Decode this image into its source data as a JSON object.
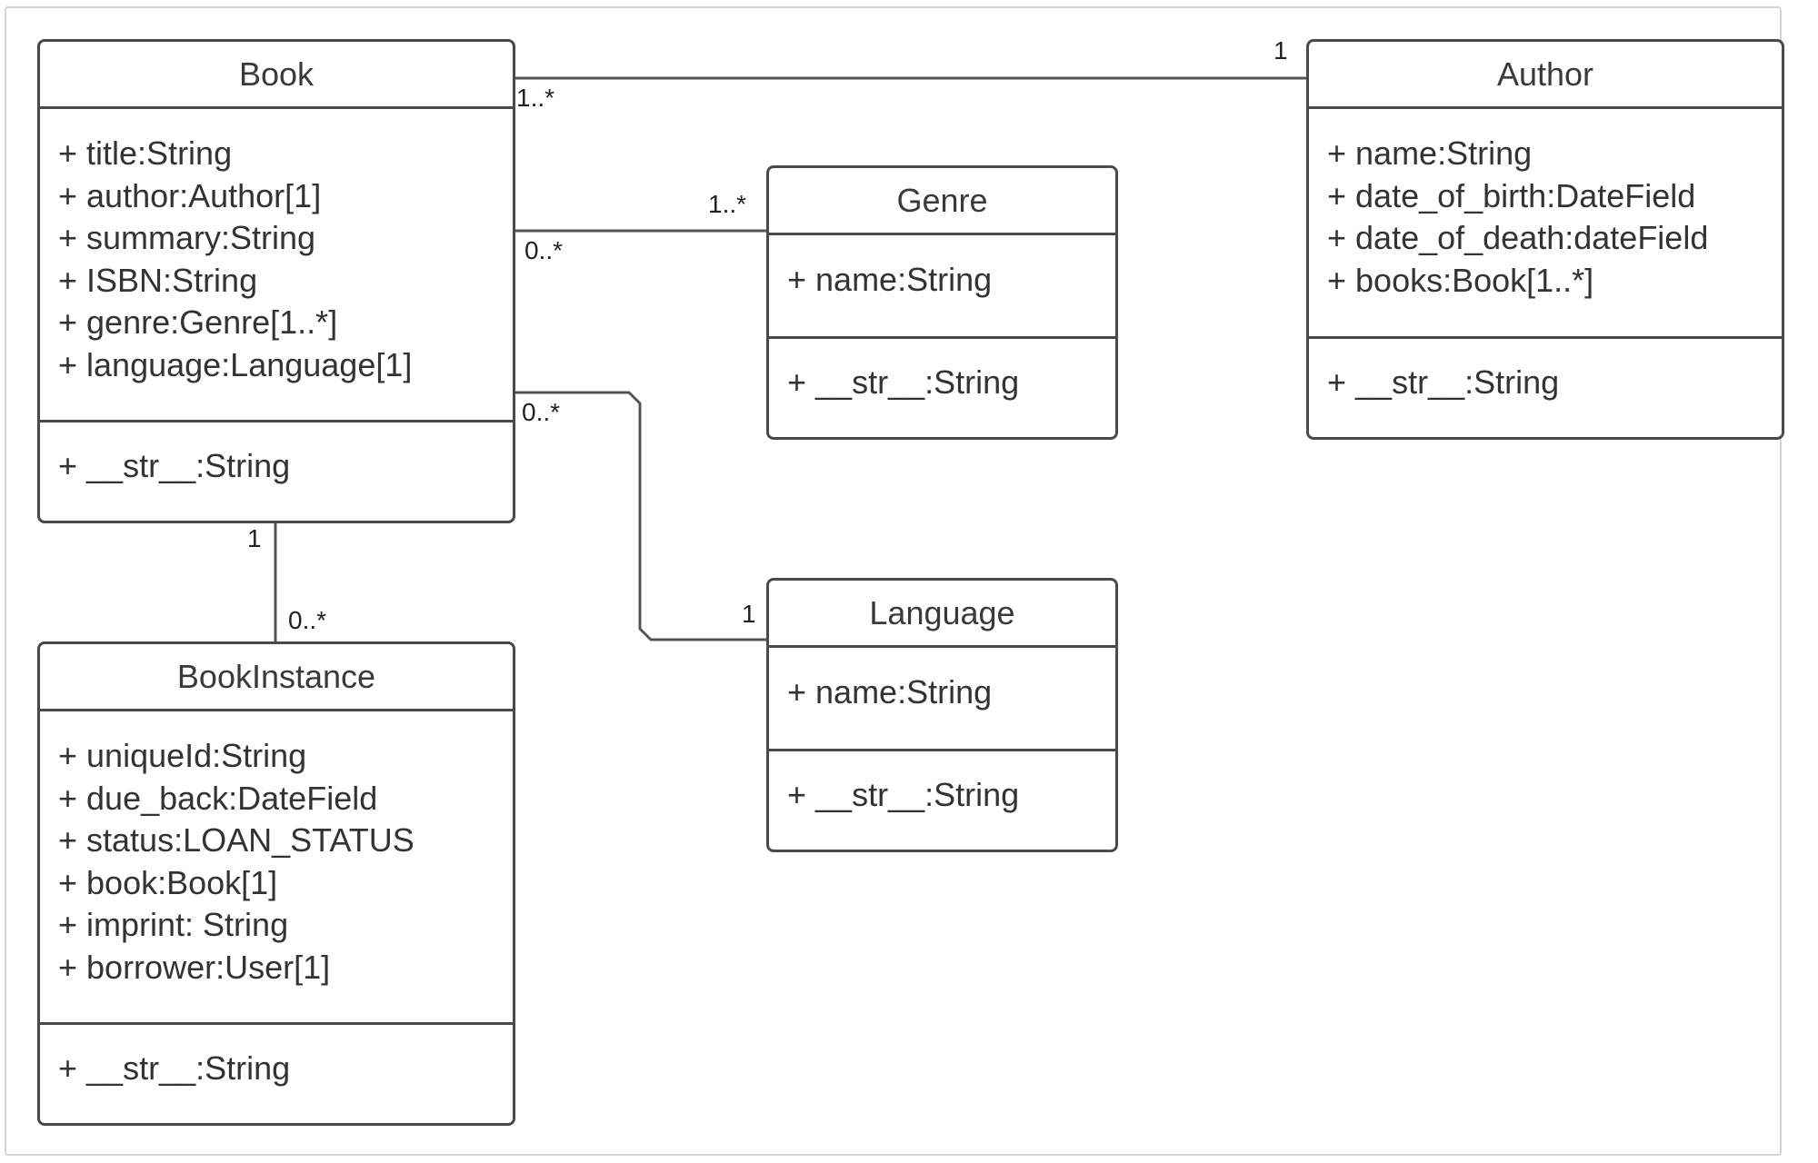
{
  "classes": {
    "book": {
      "name": "Book",
      "attributes": [
        "+ title:String",
        "+ author:Author[1]",
        "+ summary:String",
        "+ ISBN:String",
        "+ genre:Genre[1..*]",
        "+ language:Language[1]"
      ],
      "operations": [
        "+ __str__:String"
      ]
    },
    "author": {
      "name": "Author",
      "attributes": [
        "+ name:String",
        "+ date_of_birth:DateField",
        "+ date_of_death:dateField",
        "+ books:Book[1..*]"
      ],
      "operations": [
        "+ __str__:String"
      ]
    },
    "genre": {
      "name": "Genre",
      "attributes": [
        "+ name:String"
      ],
      "operations": [
        "+ __str__:String"
      ]
    },
    "language": {
      "name": "Language",
      "attributes": [
        "+ name:String"
      ],
      "operations": [
        "+ __str__:String"
      ]
    },
    "bookinstance": {
      "name": "BookInstance",
      "attributes": [
        "+ uniqueId:String",
        "+ due_back:DateField",
        "+ status:LOAN_STATUS",
        "+ book:Book[1]",
        "+ imprint: String",
        "+ borrower:User[1]"
      ],
      "operations": [
        "+ __str__:String"
      ]
    }
  },
  "associations": {
    "book_author": {
      "source": "Book",
      "target": "Author",
      "source_multiplicity": "1..*",
      "target_multiplicity": "1"
    },
    "book_genre": {
      "source": "Book",
      "target": "Genre",
      "source_multiplicity": "0..*",
      "target_multiplicity": "1..*"
    },
    "book_language": {
      "source": "Book",
      "target": "Language",
      "source_multiplicity": "0..*",
      "target_multiplicity": "1"
    },
    "book_bookinstance": {
      "source": "Book",
      "target": "BookInstance",
      "source_multiplicity": "1",
      "target_multiplicity": "0..*"
    }
  },
  "colors": {
    "stroke": "#4a4a4a",
    "frame": "#d4d4d4",
    "text": "#333333"
  }
}
